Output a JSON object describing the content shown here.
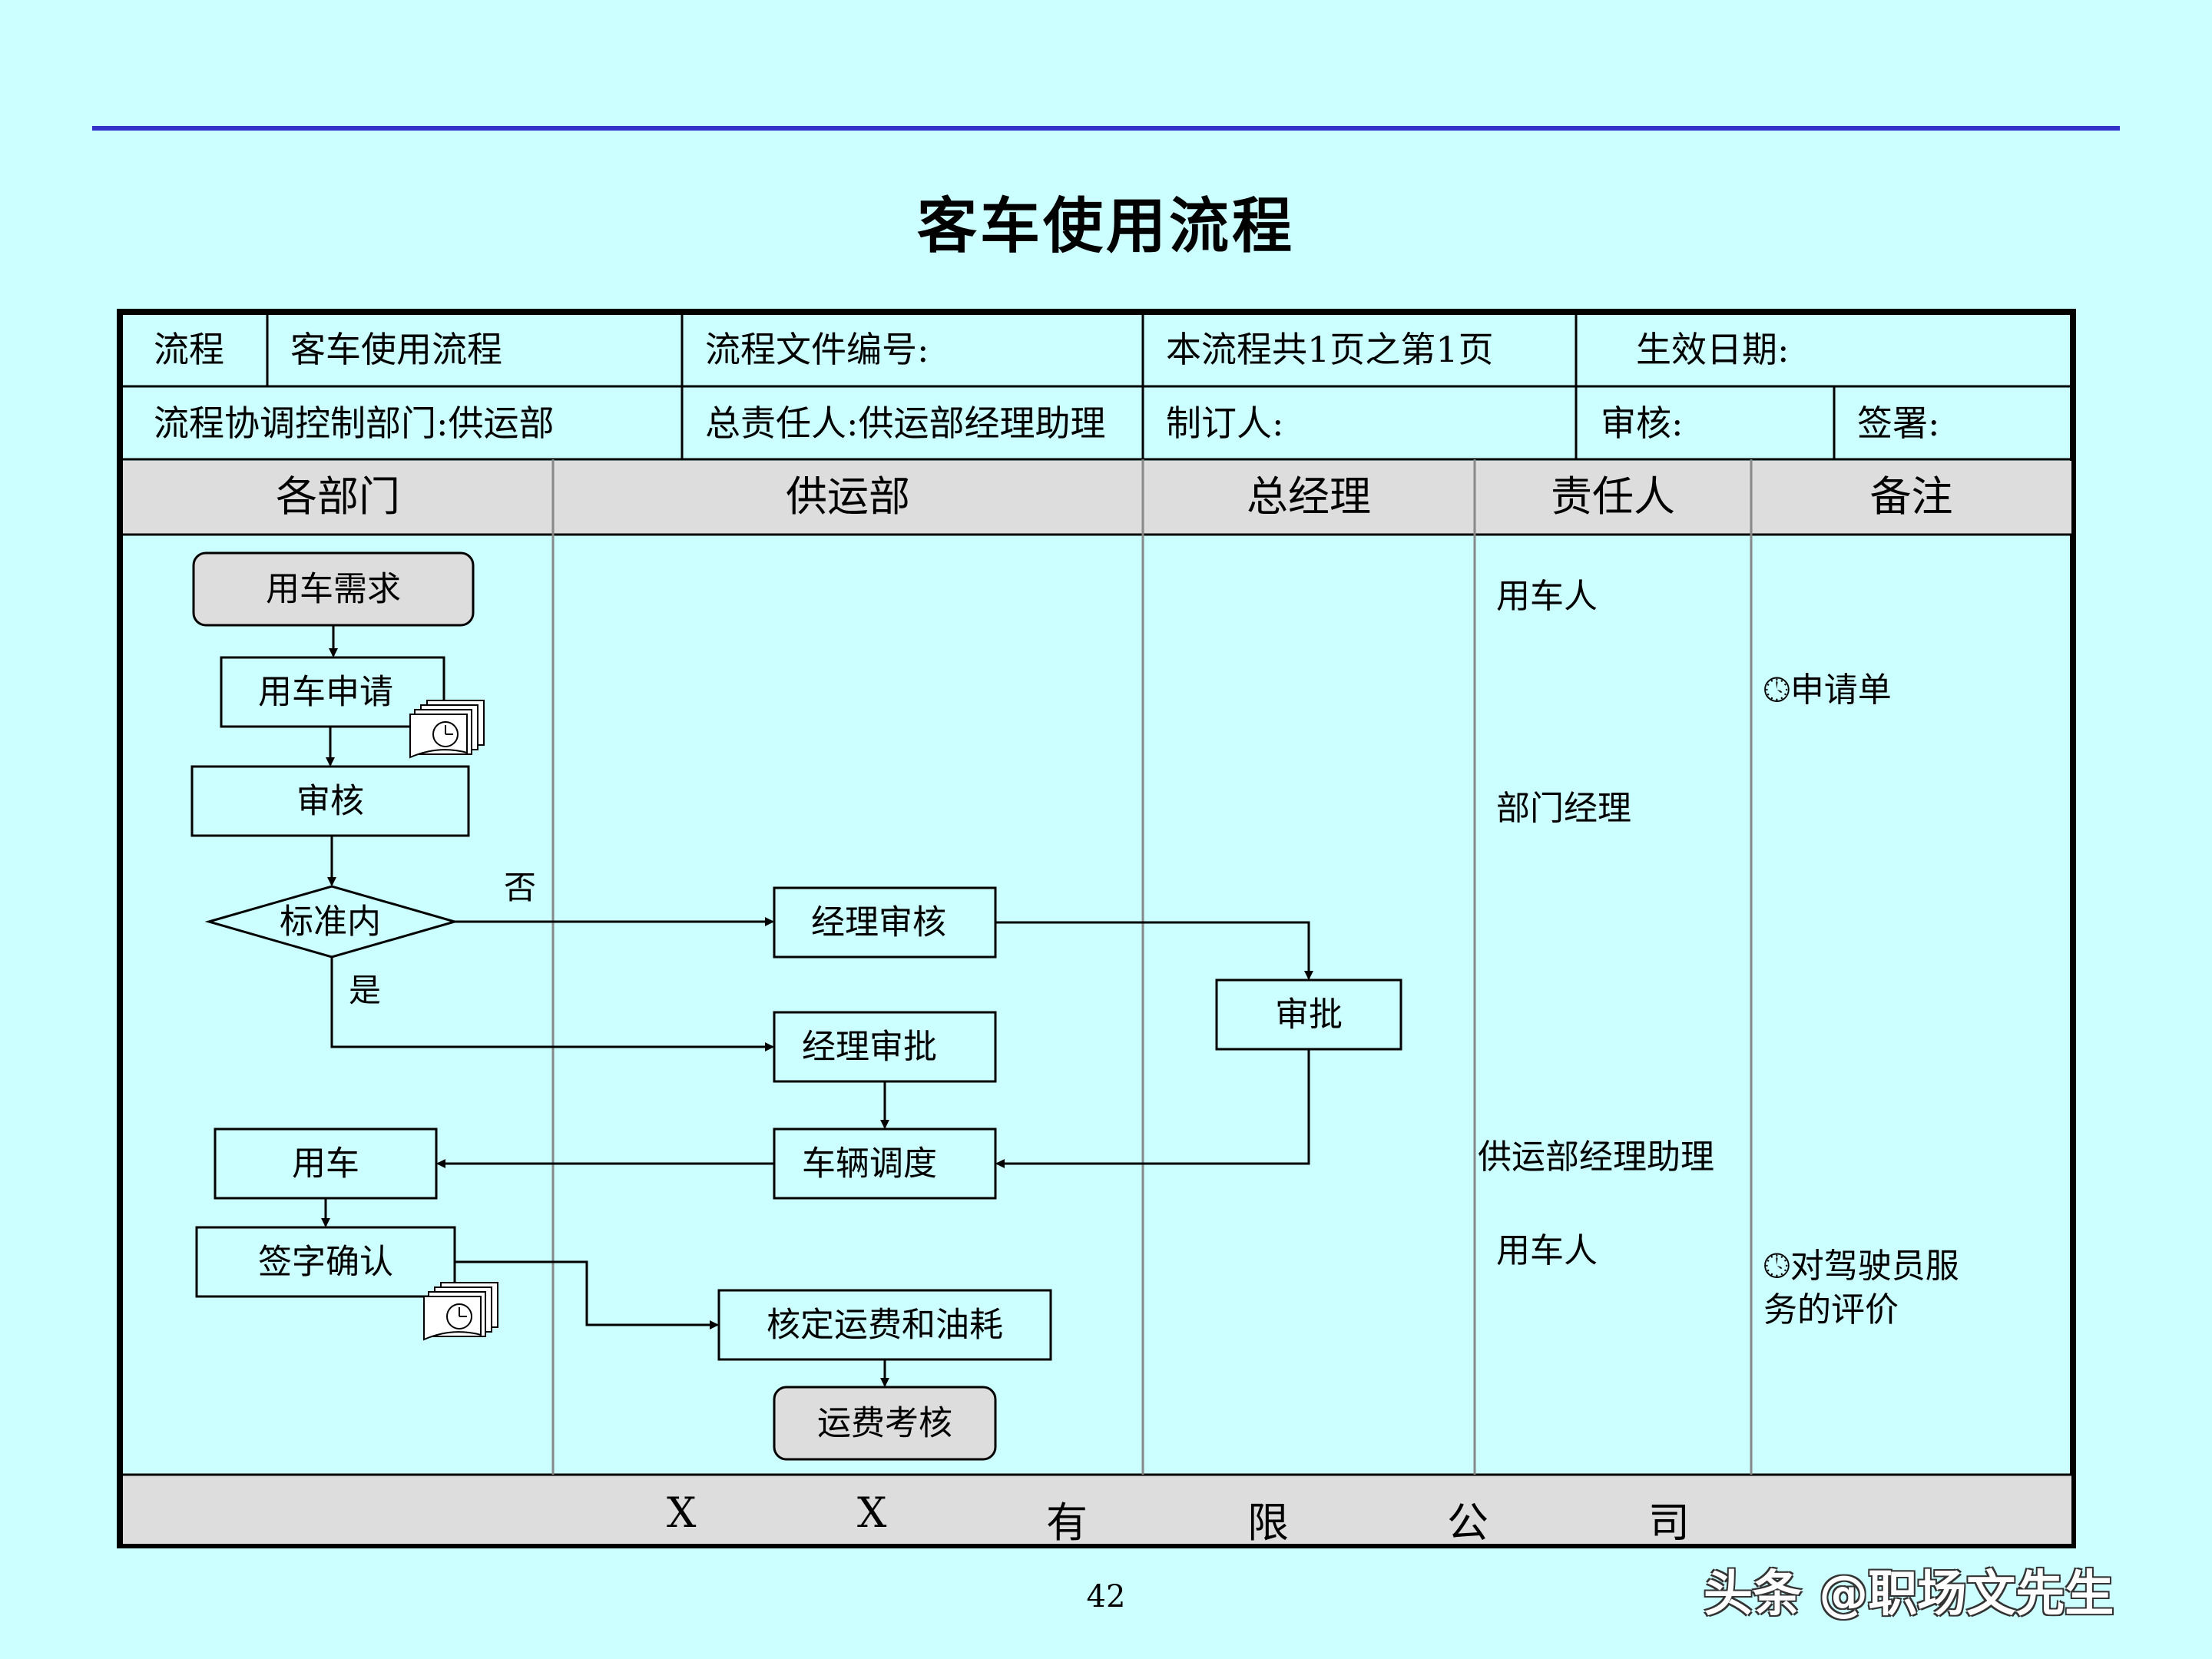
{
  "title": "客车使用流程",
  "header": {
    "row1": {
      "process_label": "流程",
      "process_name": "客车使用流程",
      "file_no": "流程文件编号:",
      "pages": "本流程共1页之第1页",
      "effective_date": "生效日期:"
    },
    "row2": {
      "dept": "流程协调控制部门:供运部",
      "owner": "总责任人:供运部经理助理",
      "author": "制订人:",
      "review": "审核:",
      "sign": "签署:"
    }
  },
  "columns": [
    "各部门",
    "供运部",
    "总经理",
    "责任人",
    "备注"
  ],
  "nodes": {
    "n1": "用车需求",
    "n2": "用车申请",
    "n3": "审核",
    "n4": "标准内",
    "n5": "经理审核",
    "n6": "审批",
    "n7": "经理审批",
    "n8": "车辆调度",
    "n9": "用车",
    "n10": "签字确认",
    "n11": "核定运费和油耗",
    "n12": "运费考核"
  },
  "edge_labels": {
    "no": "否",
    "yes": "是"
  },
  "responsible": [
    "用车人",
    "部门经理",
    "供运部经理助理",
    "用车人"
  ],
  "remarks": [
    "申请单",
    "对驾驶员服务的评价"
  ],
  "remark_lines": [
    "对驾驶员服",
    "务的评价"
  ],
  "footer_chars": [
    "X",
    "X",
    "有",
    "限",
    "公",
    "司"
  ],
  "page_number": "42",
  "watermark": "头条 @职场文先生",
  "colors": {
    "background": "#ccffff",
    "header_fill": "#dddddd",
    "rule": "#3333cc",
    "terminal_fill": "#dddddd"
  }
}
